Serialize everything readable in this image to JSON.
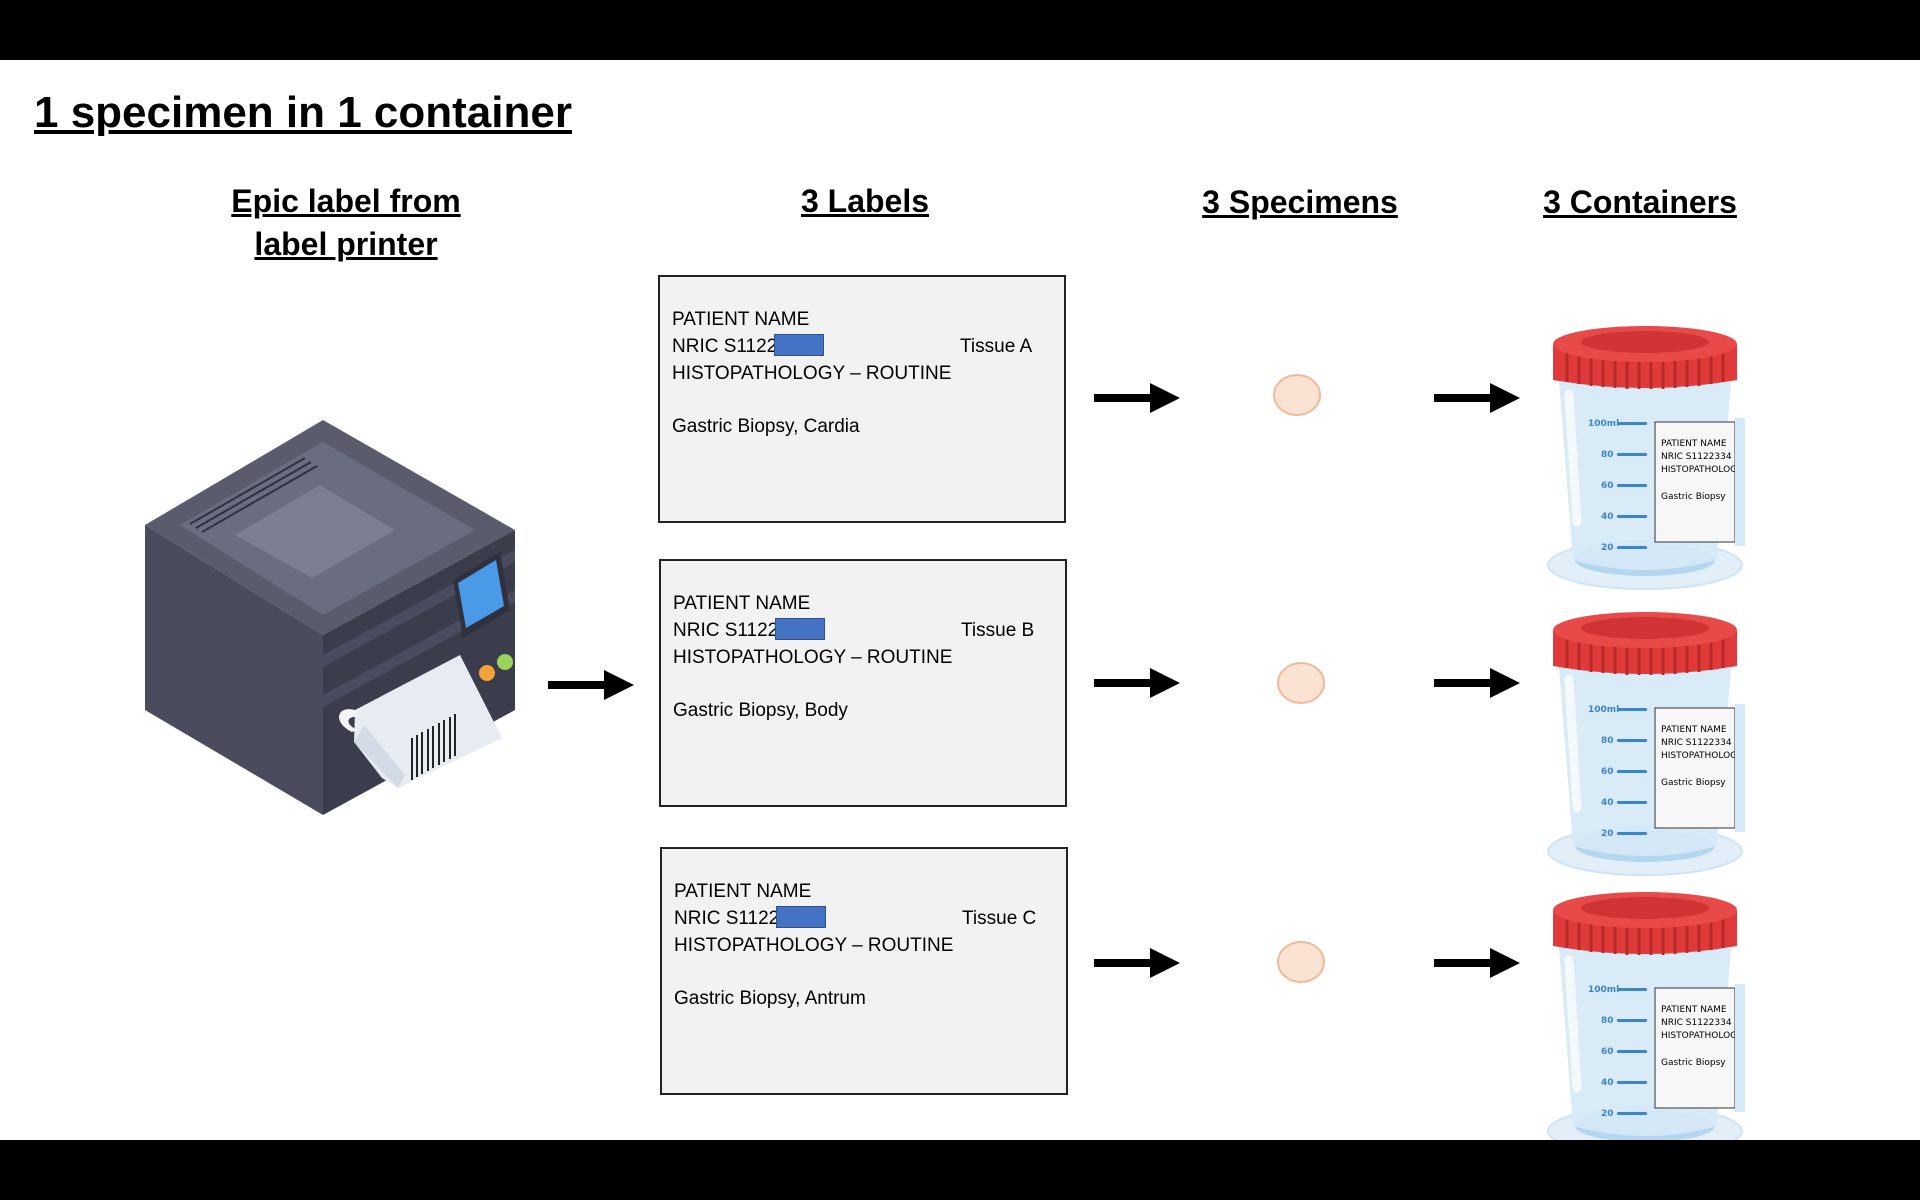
{
  "slide": {
    "title": "1 specimen in 1 container "
  },
  "columns": {
    "printer_line1": "Epic label from",
    "printer_line2": "label printer",
    "labels": "3 Labels",
    "specimens": "3 Specimens",
    "containers": "3 Containers"
  },
  "labels": [
    {
      "patient": "PATIENT NAME",
      "nric": "NRIC S1122",
      "dept": "HISTOPATHOLOGY – ROUTINE",
      "desc": "Gastric Biopsy, Cardia",
      "tissue": "Tissue A"
    },
    {
      "patient": "PATIENT NAME",
      "nric": "NRIC S1122",
      "dept": "HISTOPATHOLOGY – ROUTINE",
      "desc": "Gastric Biopsy, Body",
      "tissue": "Tissue B"
    },
    {
      "patient": "PATIENT NAME",
      "nric": "NRIC S1122",
      "dept": "HISTOPATHOLOGY – ROUTINE",
      "desc": "Gastric Biopsy, Antrum",
      "tissue": "Tissue C"
    }
  ],
  "container_label": {
    "line1": "PATIENT NAME",
    "line2": "NRIC S1122334",
    "line3": "HISTOPATHOLOGY",
    "line4": "Gastric Biopsy",
    "marks": [
      "100ml",
      "80",
      "60",
      "40",
      "20"
    ]
  },
  "icons": {
    "printer": "label-printer-icon",
    "arrow": "right-arrow-icon",
    "specimen": "tissue-specimen-icon",
    "container": "specimen-container-icon"
  },
  "colors": {
    "redaction": "#4472c4",
    "label_bg": "#f2f2f2",
    "lid": "#e03a3a",
    "specimen_fill": "#fbe3d3",
    "specimen_stroke": "#f0b99a",
    "cup": "#d6e9f7"
  }
}
